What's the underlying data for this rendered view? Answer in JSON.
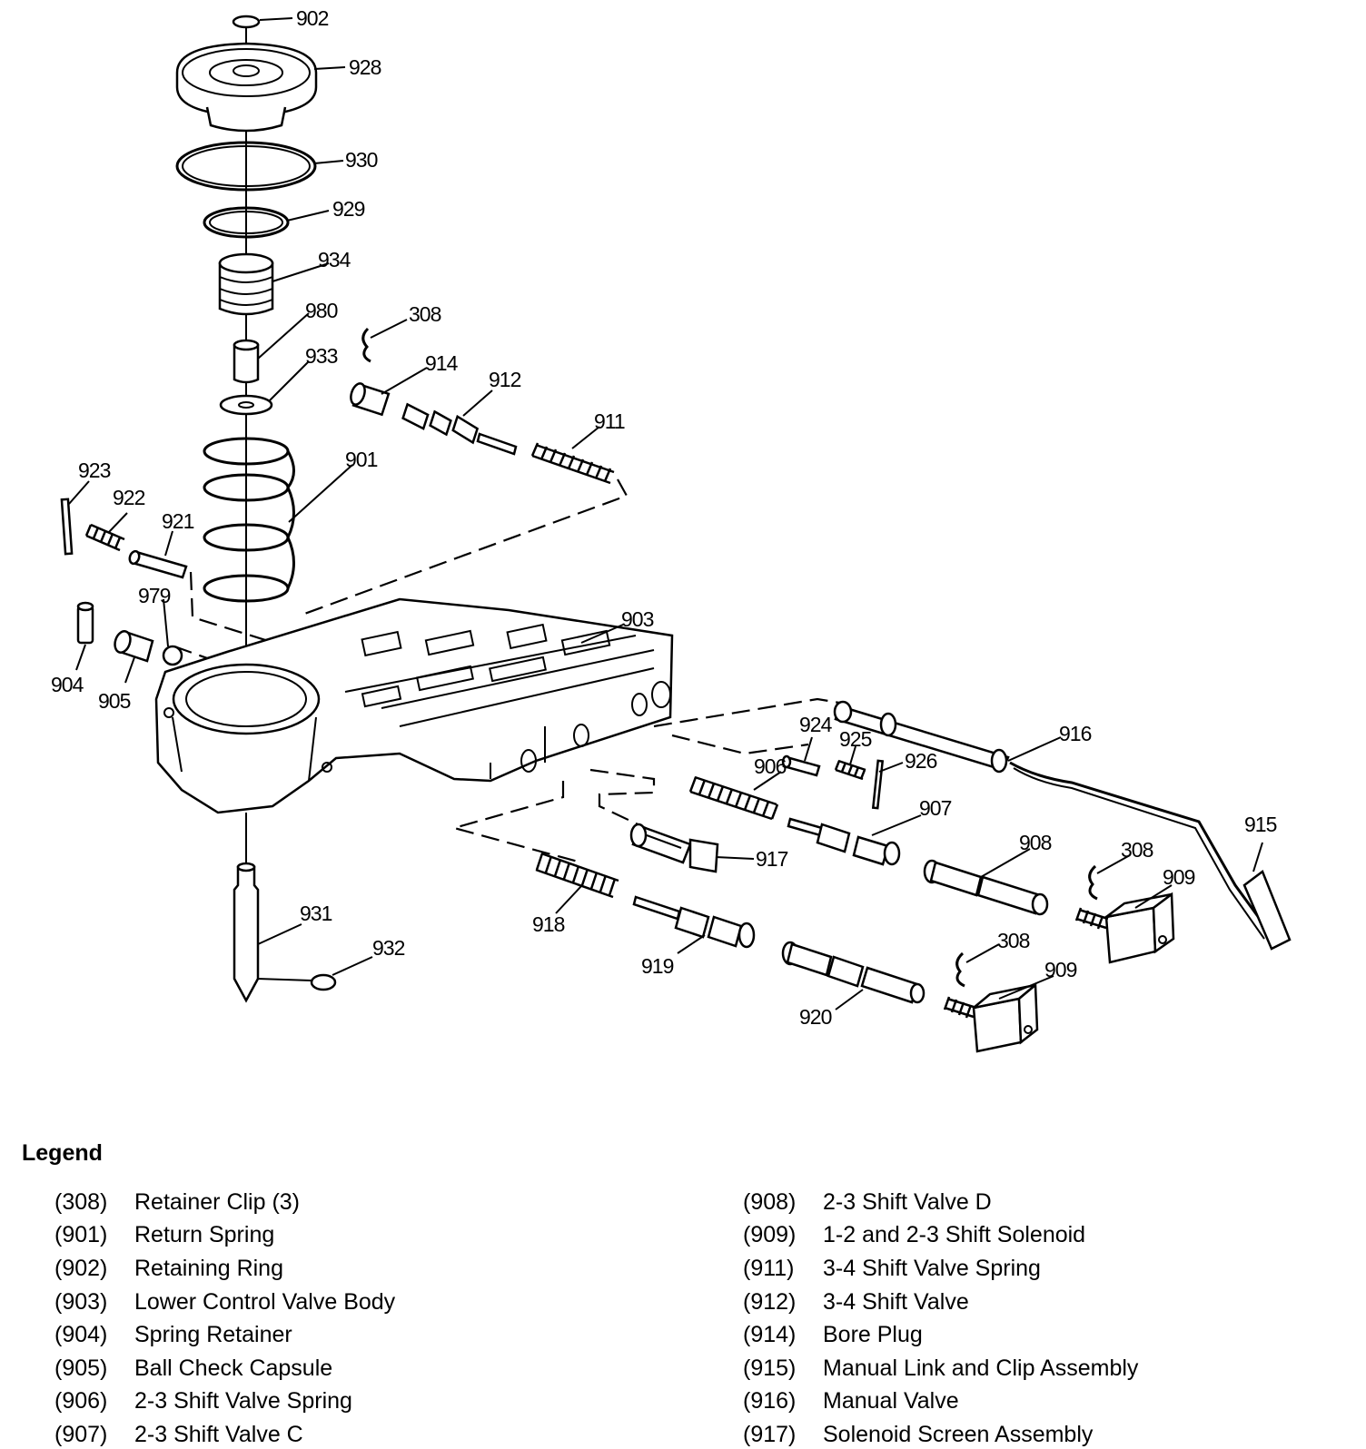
{
  "callouts": [
    "902",
    "928",
    "930",
    "929",
    "934",
    "980",
    "933",
    "308",
    "914",
    "912",
    "911",
    "901",
    "923",
    "922",
    "921",
    "979",
    "903",
    "904",
    "905",
    "924",
    "925",
    "916",
    "906",
    "926",
    "907",
    "917",
    "908",
    "308",
    "909",
    "915",
    "918",
    "931",
    "932",
    "919",
    "308",
    "909",
    "920"
  ],
  "legend": {
    "title": "Legend",
    "left": [
      {
        "num": "(308)",
        "desc": "Retainer Clip (3)"
      },
      {
        "num": "(901)",
        "desc": "Return Spring"
      },
      {
        "num": "(902)",
        "desc": "Retaining Ring"
      },
      {
        "num": "(903)",
        "desc": "Lower Control Valve Body"
      },
      {
        "num": "(904)",
        "desc": "Spring Retainer"
      },
      {
        "num": "(905)",
        "desc": "Ball Check Capsule"
      },
      {
        "num": "(906)",
        "desc": "2-3 Shift Valve Spring"
      },
      {
        "num": "(907)",
        "desc": "2-3 Shift Valve C"
      }
    ],
    "right": [
      {
        "num": "(908)",
        "desc": "2-3 Shift Valve D"
      },
      {
        "num": "(909)",
        "desc": "1-2 and 2-3 Shift Solenoid"
      },
      {
        "num": "(911)",
        "desc": "3-4 Shift Valve Spring"
      },
      {
        "num": "(912)",
        "desc": "3-4 Shift Valve"
      },
      {
        "num": "(914)",
        "desc": "Bore Plug"
      },
      {
        "num": "(915)",
        "desc": "Manual Link and Clip Assembly"
      },
      {
        "num": "(916)",
        "desc": "Manual Valve"
      },
      {
        "num": "(917)",
        "desc": "Solenoid Screen Assembly"
      }
    ]
  }
}
